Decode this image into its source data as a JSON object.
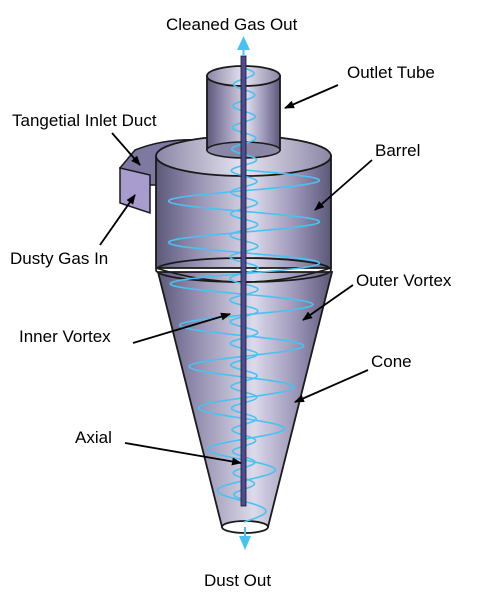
{
  "labels": {
    "cleaned_gas_out": "Cleaned Gas Out",
    "outlet_tube": "Outlet Tube",
    "tangential_inlet_duct": "Tangetial Inlet Duct",
    "barrel": "Barrel",
    "dusty_gas_in": "Dusty Gas In",
    "outer_vortex": "Outer Vortex",
    "inner_vortex": "Inner Vortex",
    "cone": "Cone",
    "axial": "Axial",
    "dust_out": "Dust Out"
  },
  "colors": {
    "body_light": "#e2e0ee",
    "body_mid": "#a8a3c2",
    "body_dark": "#5c5878",
    "outline": "#1a1a1a",
    "vortex": "#49c2f2",
    "axial_rod": "#4e4a94",
    "inlet_box": "#a89ccf"
  }
}
